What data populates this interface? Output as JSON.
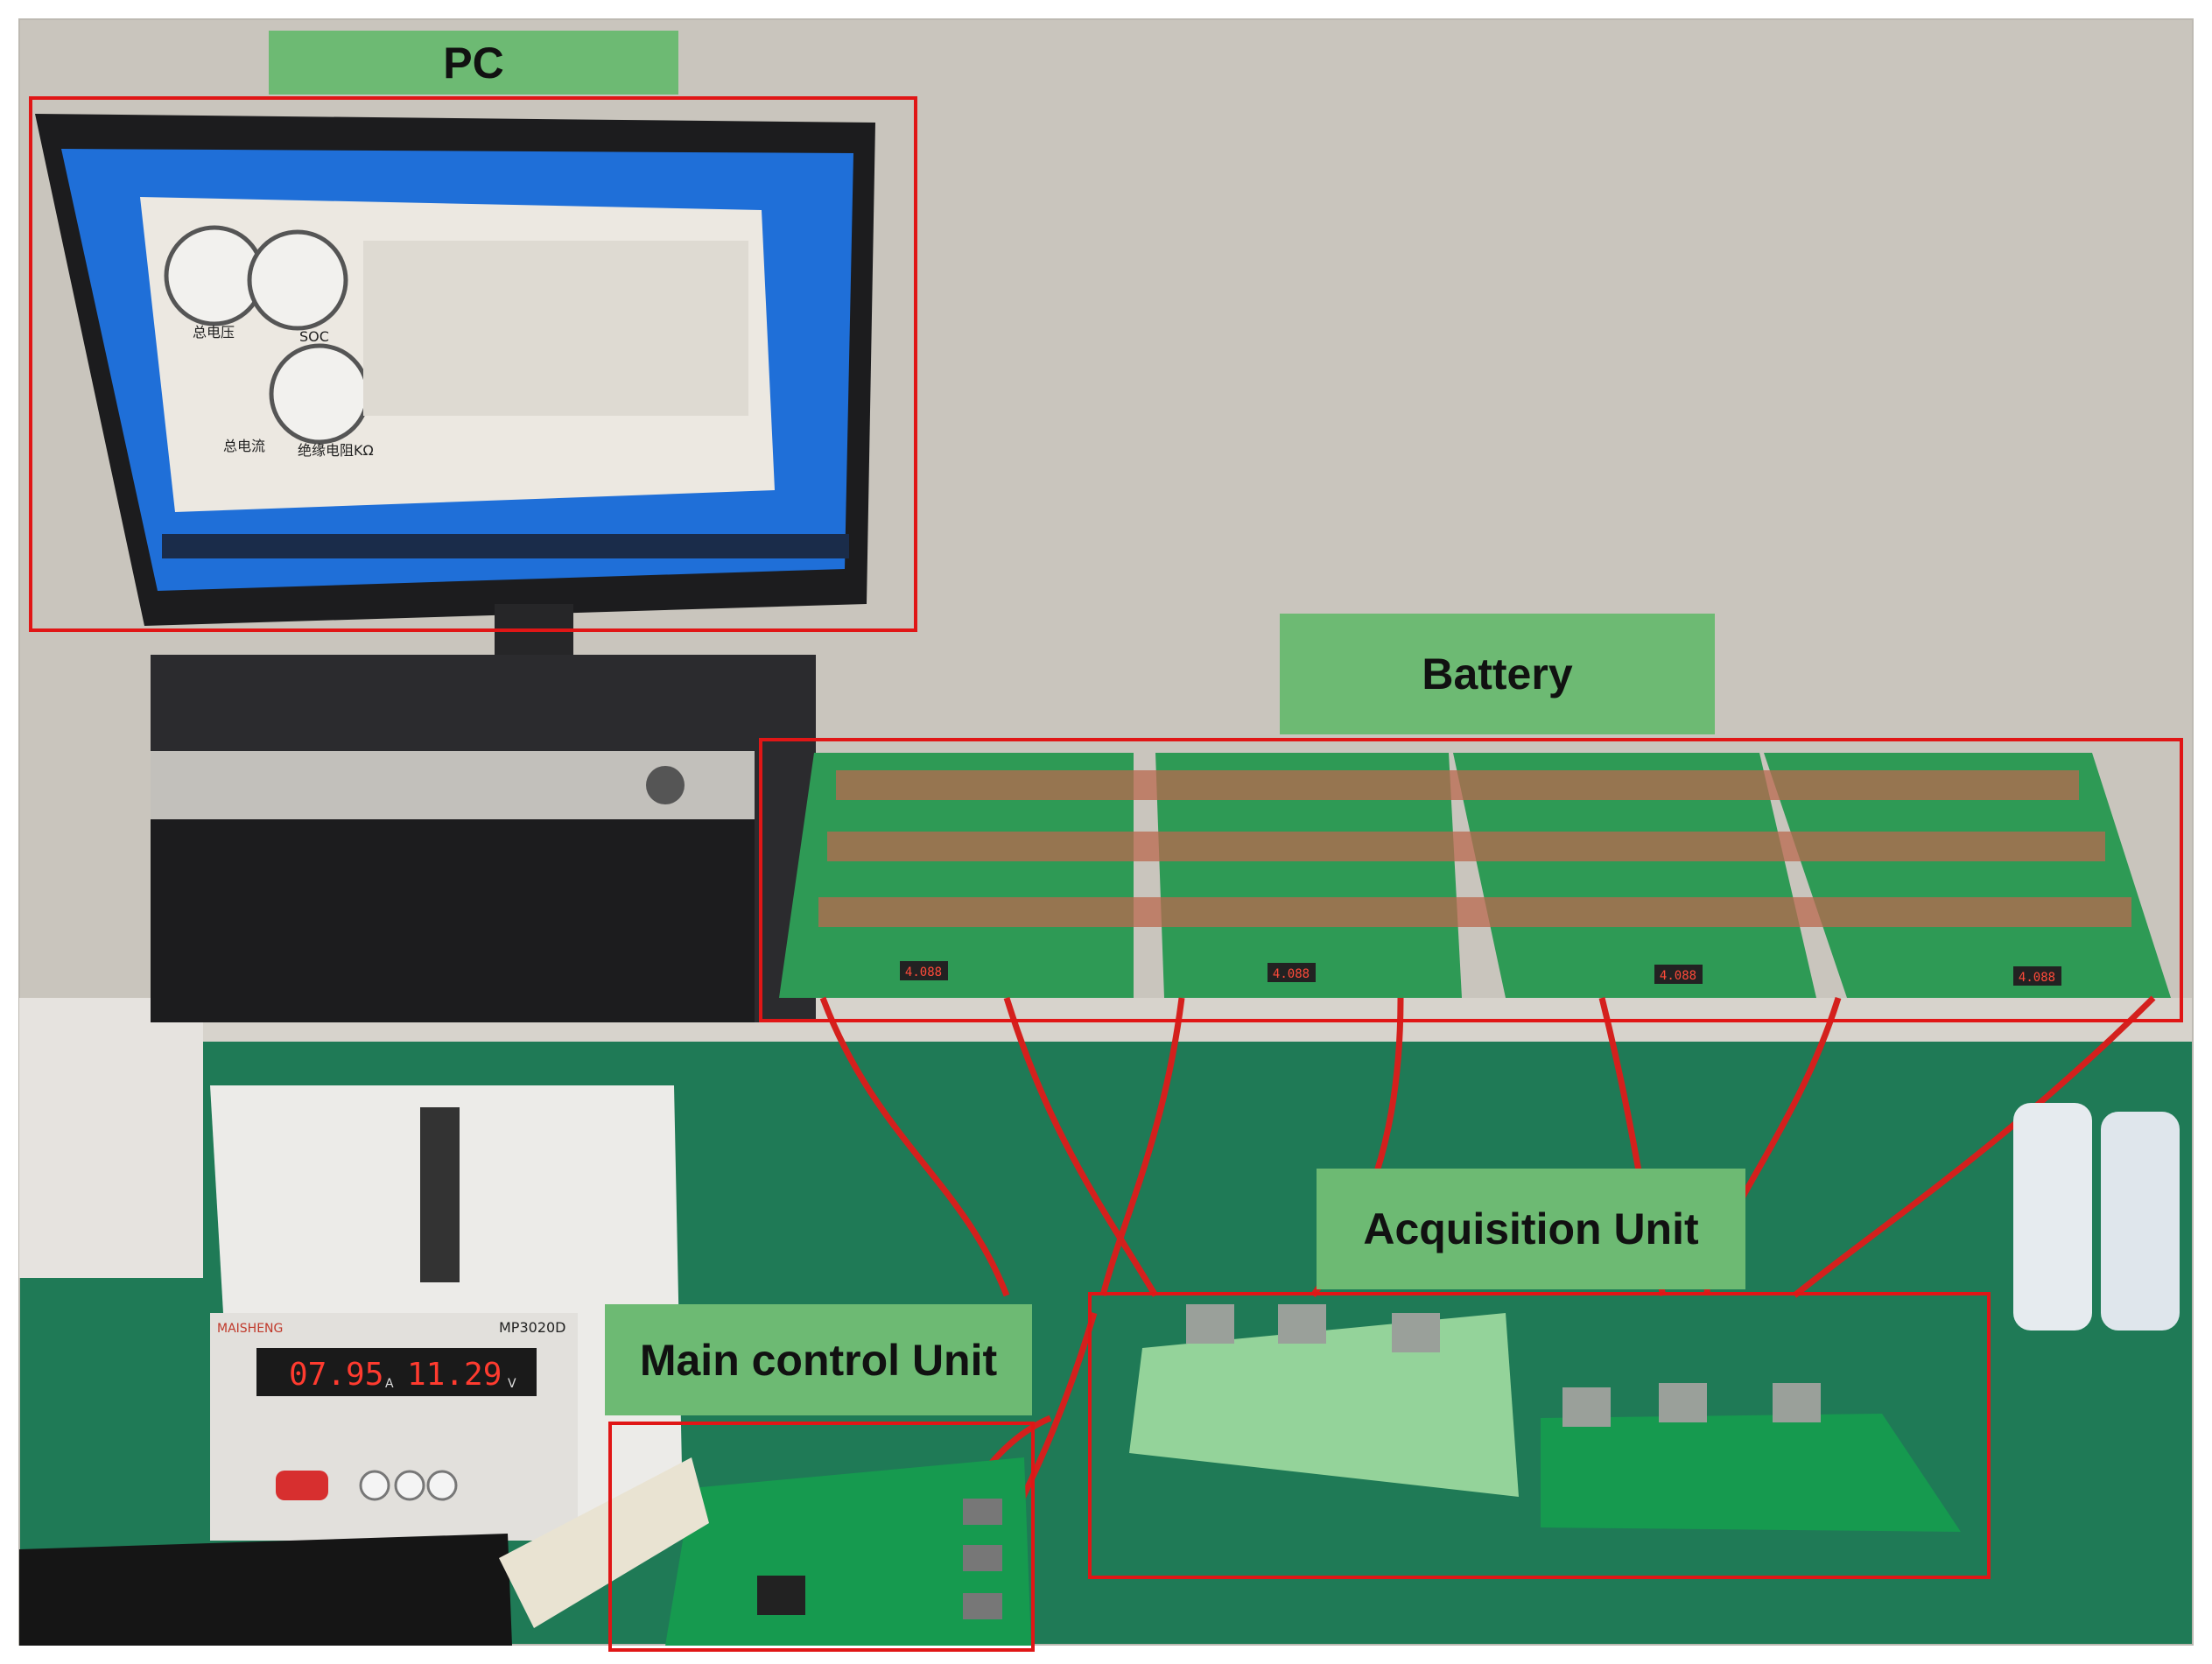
{
  "labels": {
    "pc": "PC",
    "battery": "Battery",
    "acquisition_unit": "Acquisition Unit",
    "main_control_unit": "Main control Unit"
  },
  "pc_screen": {
    "gauge_1": "总电压",
    "gauge_2": "SOC",
    "gauge_3": "绝缘电阻KΩ",
    "current_label": "总电流"
  },
  "power_supply": {
    "brand": "MAISHENG",
    "model": "MP3020D",
    "current_reading": "07.95",
    "current_unit": "A",
    "voltage_reading": "11.29",
    "voltage_unit": "V"
  },
  "board_displays": [
    "4.088",
    "4.088",
    "4.088",
    "4.088"
  ],
  "colors": {
    "label_fill": "#6dba73",
    "highlight_box": "#e01616",
    "wall": "#c9c5bd",
    "desk": "#1f7a56",
    "pcb": "#2e9a55",
    "wire": "#d4201d"
  }
}
